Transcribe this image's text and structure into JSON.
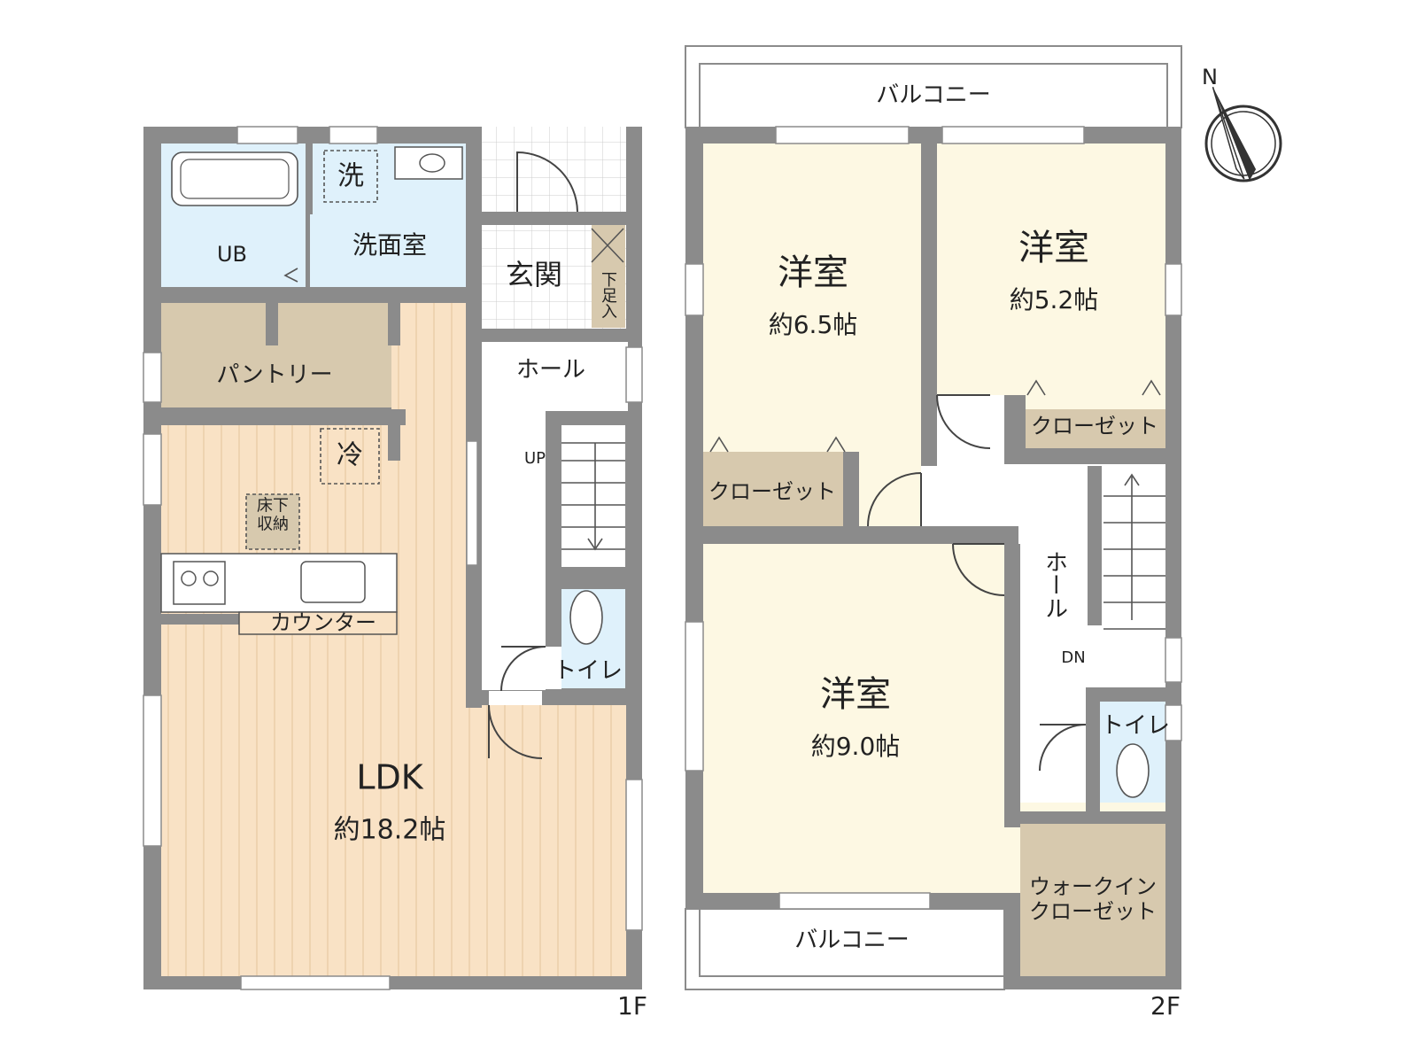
{
  "colors": {
    "wall": "#8b8b8b",
    "ldk_floor": "#f9e2c5",
    "ldk_stripe": "#e8c9a2",
    "wet_area": "#dff1fb",
    "storage": "#d7c9ae",
    "bedroom": "#fdf8e3",
    "hall": "#ffffff",
    "tile": "#cccccc"
  },
  "floor1": {
    "level": "1F",
    "rooms": {
      "bath": "UB",
      "wash_icon": "洗",
      "washroom": "洗面室",
      "entrance": "玄関",
      "shoe_storage": "下足入",
      "pantry": "パントリー",
      "fridge_icon": "冷",
      "underfloor_storage": "床下\n収納",
      "counter": "カウンター",
      "hall": "ホール",
      "stairs_up": "UP",
      "toilet": "トイレ",
      "ldk": "LDK",
      "ldk_size": "約18.2帖"
    }
  },
  "floor2": {
    "level": "2F",
    "rooms": {
      "balcony_north": "バルコニー",
      "room_a": "洋室",
      "room_a_size": "約6.5帖",
      "room_b": "洋室",
      "room_b_size": "約5.2帖",
      "closet_a": "クローゼット",
      "closet_b": "クローゼット",
      "hall": "ホール",
      "stairs_down": "DN",
      "toilet": "トイレ",
      "room_c": "洋室",
      "room_c_size": "約9.0帖",
      "walk_in_closet": "ウォークイン\nクローゼット",
      "balcony_south": "バルコニー"
    }
  },
  "compass": {
    "label": "N",
    "icon": "compass-icon"
  }
}
